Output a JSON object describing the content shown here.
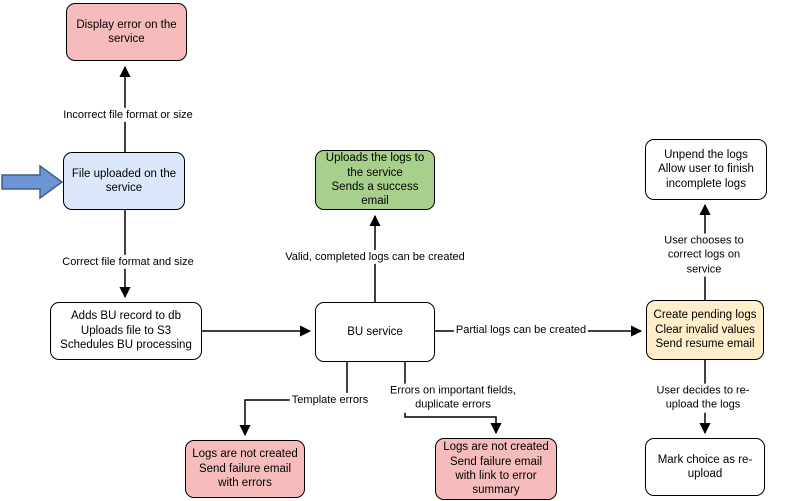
{
  "diagram": {
    "nodes": {
      "display_error": {
        "text": "Display error on the\nservice",
        "fill": "red"
      },
      "file_uploaded": {
        "text": "File uploaded on the\nservice",
        "fill": "blue"
      },
      "adds_bu_record": {
        "text": "Adds BU record to db\nUploads file to S3\nSchedules BU processing",
        "fill": "white"
      },
      "uploads_logs": {
        "text": "Uploads the logs to\nthe service\nSends a success\nemail",
        "fill": "green"
      },
      "bu_service": {
        "text": "BU service",
        "fill": "white"
      },
      "unpend_logs": {
        "text": "Unpend the logs\nAllow user to finish\nincomplete logs",
        "fill": "white"
      },
      "create_pending": {
        "text": "Create pending logs\nClear invalid values\nSend resume email",
        "fill": "yellow"
      },
      "mark_choice": {
        "text": "Mark choice as re-\nupload",
        "fill": "white"
      },
      "logs_not_created_errors": {
        "text": "Logs are not created\nSend failure email\nwith errors",
        "fill": "red"
      },
      "logs_not_created_summary": {
        "text": "Logs are not created\nSend failure email\nwith link to error\nsummary",
        "fill": "red"
      }
    },
    "edge_labels": {
      "incorrect_format": "Incorrect file format or size",
      "correct_format": "Correct file format and size",
      "valid_completed": "Valid, completed logs can be created",
      "partial_logs": "Partial logs can be created",
      "template_errors": "Template errors",
      "important_fields": "Errors on important fields,\nduplicate errors",
      "user_corrects": "User chooses to correct logs on service",
      "user_reuploads": "User decides to re-upload the logs"
    },
    "colors": {
      "background": "#ffffff",
      "node_stroke": "#000000",
      "edge_color": "#000000",
      "red_fill": "#f6bcbc",
      "blue_fill": "#dbe8fc",
      "green_fill": "#a8d08d",
      "yellow_fill": "#ffeec9",
      "white_fill": "#ffffff",
      "entry_arrow_fill": "#6e95d3",
      "entry_arrow_stroke": "#3f5e8c"
    }
  }
}
